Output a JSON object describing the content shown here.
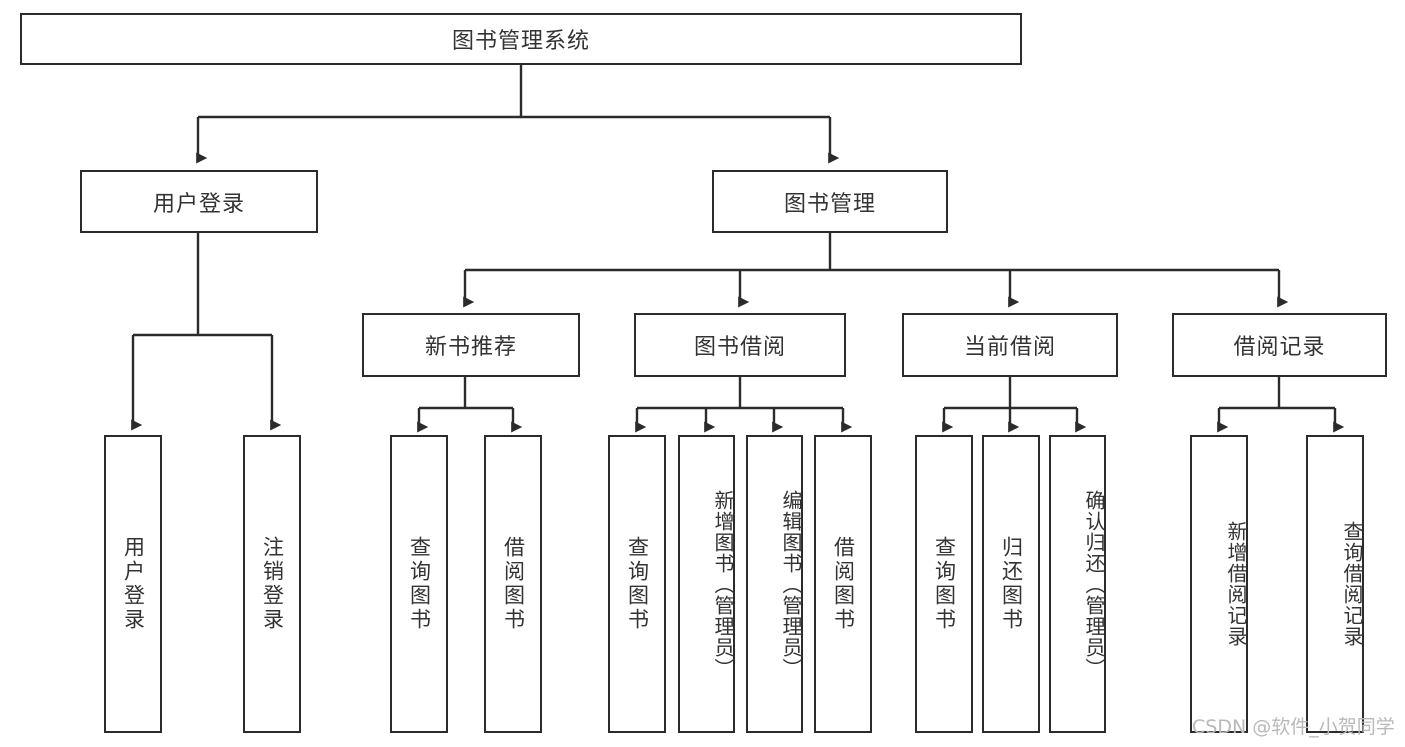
{
  "diagram": {
    "title": "图书管理系统",
    "watermark": "CSDN @软件_小贺同学",
    "line_color": "#2b2b2b",
    "box_fill": "#ffffff",
    "text_color": "#333333",
    "watermark_color": "#b9b9b9"
  },
  "nodes": {
    "root": {
      "label": "图书管理系统",
      "level": 0
    },
    "user_login": {
      "label": "用户登录",
      "level": 1
    },
    "book_manage": {
      "label": "图书管理",
      "level": 1
    },
    "new_book_rec": {
      "label": "新书推荐",
      "level": 2
    },
    "book_borrow": {
      "label": "图书借阅",
      "level": 2
    },
    "current_borrow": {
      "label": "当前借阅",
      "level": 2
    },
    "borrow_record": {
      "label": "借阅记录",
      "level": 2
    },
    "leaf_user_login": {
      "label": "用户登录",
      "level": 3
    },
    "leaf_logout": {
      "label": "注销登录",
      "level": 3
    },
    "leaf_query_book_1": {
      "label": "查询图书",
      "level": 3
    },
    "leaf_borrow_book_1": {
      "label": "借阅图书",
      "level": 3
    },
    "leaf_query_book_2": {
      "label": "查询图书",
      "level": 3
    },
    "leaf_add_book": {
      "label": "新增图书（管理员）",
      "level": 3
    },
    "leaf_edit_book": {
      "label": "编辑图书（管理员）",
      "level": 3
    },
    "leaf_borrow_book_2": {
      "label": "借阅图书",
      "level": 3
    },
    "leaf_query_book_3": {
      "label": "查询图书",
      "level": 3
    },
    "leaf_return_book": {
      "label": "归还图书",
      "level": 3
    },
    "leaf_confirm_return": {
      "label": "确认归还（管理员）",
      "level": 3
    },
    "leaf_add_record": {
      "label": "新增借阅记录",
      "level": 3
    },
    "leaf_query_record": {
      "label": "查询借阅记录",
      "level": 3
    }
  },
  "tree": {
    "label": "图书管理系统",
    "children": [
      {
        "label": "用户登录",
        "children": [
          {
            "label": "用户登录",
            "children": []
          },
          {
            "label": "注销登录",
            "children": []
          }
        ]
      },
      {
        "label": "图书管理",
        "children": [
          {
            "label": "新书推荐",
            "children": [
              {
                "label": "查询图书",
                "children": []
              },
              {
                "label": "借阅图书",
                "children": []
              }
            ]
          },
          {
            "label": "图书借阅",
            "children": [
              {
                "label": "查询图书",
                "children": []
              },
              {
                "label": "新增图书（管理员）",
                "children": []
              },
              {
                "label": "编辑图书（管理员）",
                "children": []
              },
              {
                "label": "借阅图书",
                "children": []
              }
            ]
          },
          {
            "label": "当前借阅",
            "children": [
              {
                "label": "查询图书",
                "children": []
              },
              {
                "label": "归还图书",
                "children": []
              },
              {
                "label": "确认归还（管理员）",
                "children": []
              }
            ]
          },
          {
            "label": "借阅记录",
            "children": [
              {
                "label": "新增借阅记录",
                "children": []
              },
              {
                "label": "查询借阅记录",
                "children": []
              }
            ]
          }
        ]
      }
    ]
  }
}
